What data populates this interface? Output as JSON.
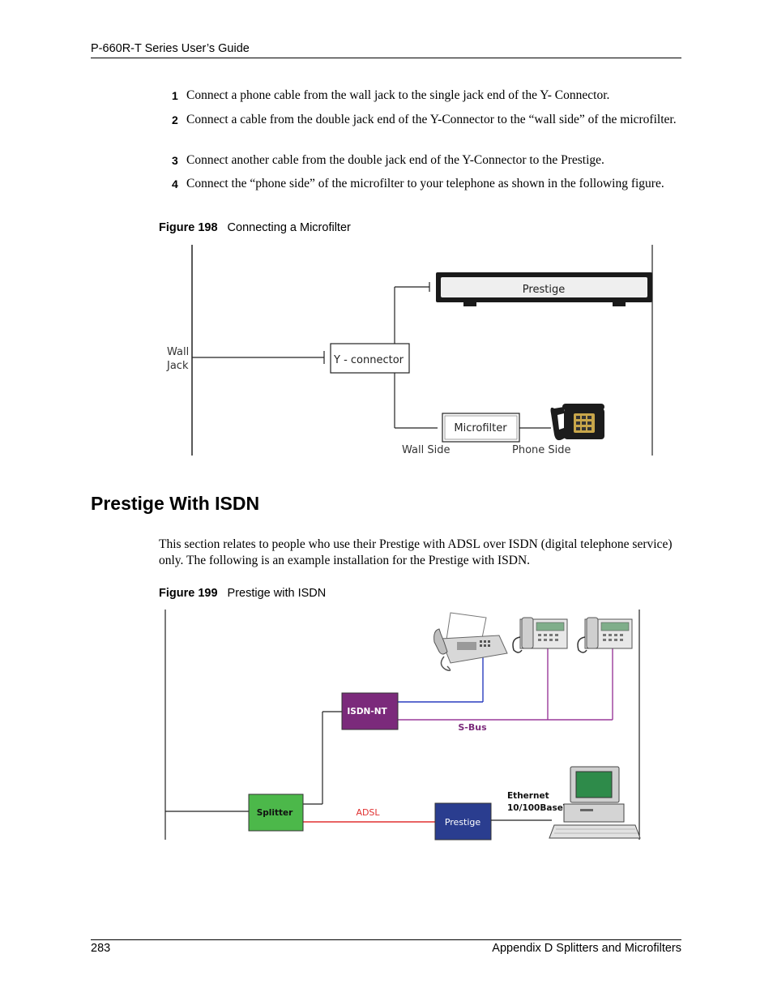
{
  "header": {
    "title": "P-660R-T Series User’s Guide"
  },
  "steps": [
    {
      "num": "1",
      "text": "Connect a phone cable from the wall jack to the single jack end of the Y- Connector."
    },
    {
      "num": "2",
      "text": "Connect a cable from the double jack end of the Y-Connector to the “wall side” of the microfilter."
    },
    {
      "num": "3",
      "text": "Connect another cable from the double jack end of the Y-Connector to the Prestige."
    },
    {
      "num": "4",
      "text": "Connect the “phone side” of the microfilter to your telephone as shown in the following figure."
    }
  ],
  "figure198": {
    "label": "Figure 198",
    "caption": "Connecting a Microfilter",
    "wall_jack_line1": "Wall",
    "wall_jack_line2": "Jack",
    "y_connector": "Y - connector",
    "prestige": "Prestige",
    "microfilter": "Microfilter",
    "wall_side": "Wall Side",
    "phone_side": "Phone Side"
  },
  "section": {
    "title": "Prestige With ISDN",
    "paragraph": "This section relates to people who use their Prestige with ADSL over ISDN (digital telephone service) only. The following is an example installation for the Prestige with ISDN."
  },
  "figure199": {
    "label": "Figure 199",
    "caption": "Prestige with ISDN",
    "isdn_nt": "ISDN-NT",
    "s_bus": "S-Bus",
    "splitter": "Splitter",
    "adsl": "ADSL",
    "prestige": "Prestige",
    "ethernet_line1": "Ethernet",
    "ethernet_line2": "10/100BaseT",
    "colors": {
      "isdn_nt": "#7b2a7b",
      "splitter": "#4cb84a",
      "prestige": "#2a3d8f",
      "adsl_line": "#e03030",
      "sbus_line": "#9a3a9a",
      "fax_line": "#2a3dbf"
    }
  },
  "footer": {
    "page_number": "283",
    "section": "Appendix D Splitters and Microfilters"
  }
}
